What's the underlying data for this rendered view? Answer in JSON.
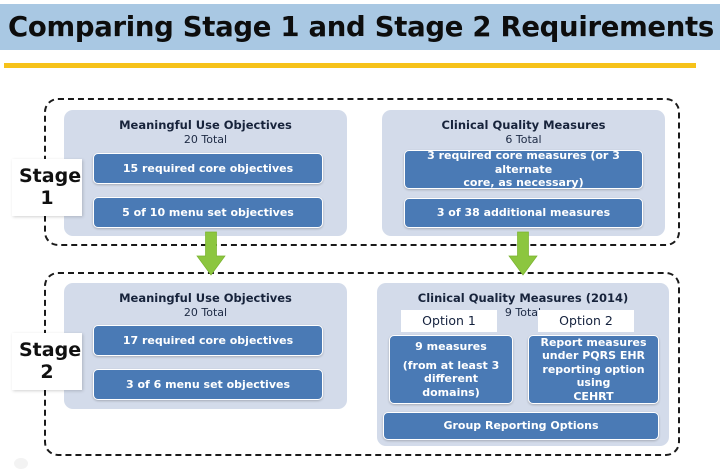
{
  "slide": {
    "title": "Comparing Stage 1 and Stage 2 Requirements",
    "accent_rule_color": "#f6c21a",
    "title_highlight_color": "#a9c8e3",
    "panel_color": "#d3dbea",
    "box_color": "#4a7ab5",
    "arrow_color": "#8cc63f"
  },
  "stages": [
    {
      "label_word": "Stage",
      "label_number": "1",
      "panels": [
        {
          "title": "Meaningful Use Objectives",
          "subtitle": "20 Total",
          "boxes": [
            {
              "text": "15 required core objectives"
            },
            {
              "text": "5 of 10 menu set objectives"
            }
          ]
        },
        {
          "title": "Clinical Quality Measures",
          "subtitle": "6 Total",
          "boxes": [
            {
              "line1": "3 required core measures (or 3 alternate",
              "line2": "core, as necessary)"
            },
            {
              "text": "3 of 38 additional measures"
            }
          ]
        }
      ]
    },
    {
      "label_word": "Stage",
      "label_number": "2",
      "panels": [
        {
          "title": "Meaningful Use Objectives",
          "subtitle": "20 Total",
          "boxes": [
            {
              "text": "17 required core objectives"
            },
            {
              "text": "3 of 6 menu set objectives"
            }
          ]
        },
        {
          "title": "Clinical Quality Measures (2014)",
          "subtitle": "9 Total",
          "option_tabs": [
            {
              "label": "Option 1"
            },
            {
              "label": "Option 2"
            }
          ],
          "option_boxes": [
            {
              "line1": "9 measures",
              "line2": "(from at least 3",
              "line3": "different domains)"
            },
            {
              "line1": "Report measures",
              "line2": "under PQRS EHR",
              "line3": "reporting option using",
              "line4": "CEHRT"
            }
          ],
          "footer_box": {
            "text": "Group Reporting Options"
          }
        }
      ]
    }
  ],
  "arrows": [
    {
      "name": "down-arrow-meaningful-use"
    },
    {
      "name": "down-arrow-clinical-quality"
    }
  ]
}
